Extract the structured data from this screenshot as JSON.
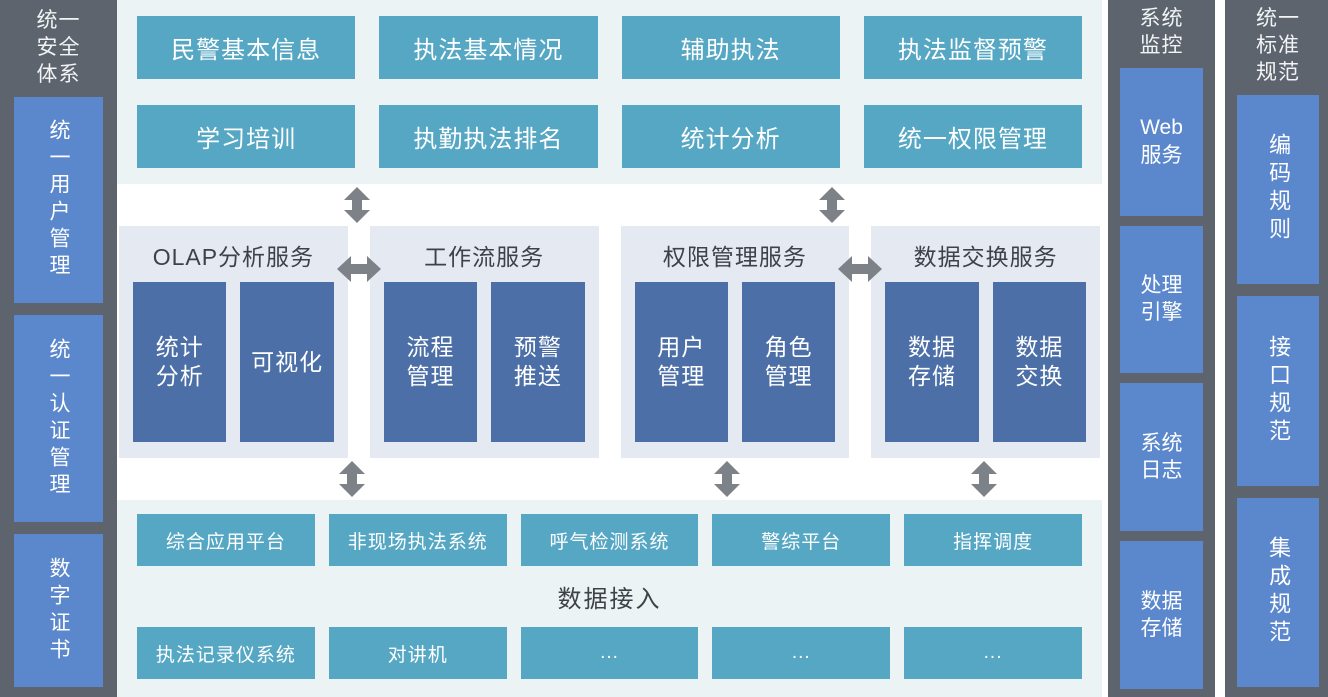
{
  "left_sidebar": {
    "title": "统一\n安全\n体系",
    "items": [
      {
        "label": "统一用户管理"
      },
      {
        "label": "统一认证管理"
      },
      {
        "label": "数字证书"
      }
    ]
  },
  "application_band": {
    "rows": [
      [
        {
          "label": "民警基本信息"
        },
        {
          "label": "执法基本情况"
        },
        {
          "label": "辅助执法"
        },
        {
          "label": "执法监督预警"
        }
      ],
      [
        {
          "label": "学习培训"
        },
        {
          "label": "执勤执法排名"
        },
        {
          "label": "统计分析"
        },
        {
          "label": "统一权限管理"
        }
      ]
    ]
  },
  "service_band": {
    "panels": [
      {
        "title": "OLAP分析服务",
        "boxes": [
          {
            "label": "统计\n分析"
          },
          {
            "label": "可视化"
          }
        ]
      },
      {
        "title": "工作流服务",
        "boxes": [
          {
            "label": "流程\n管理"
          },
          {
            "label": "预警\n推送"
          }
        ]
      },
      {
        "title": "权限管理服务",
        "boxes": [
          {
            "label": "用户\n管理"
          },
          {
            "label": "角色\n管理"
          }
        ]
      },
      {
        "title": "数据交换服务",
        "boxes": [
          {
            "label": "数据\n存储"
          },
          {
            "label": "数据\n交换"
          }
        ]
      }
    ]
  },
  "data_band": {
    "label": "数据接入",
    "top_row": [
      {
        "label": "综合应用平台"
      },
      {
        "label": "非现场执法系统"
      },
      {
        "label": "呼气检测系统"
      },
      {
        "label": "警综平台"
      },
      {
        "label": "指挥调度"
      }
    ],
    "bottom_row": [
      {
        "label": "执法记录仪系统"
      },
      {
        "label": "对讲机"
      },
      {
        "label": "..."
      },
      {
        "label": "..."
      },
      {
        "label": "..."
      }
    ]
  },
  "monitor_sidebar": {
    "title": "系统\n监控",
    "items": [
      {
        "label": "Web\n服务"
      },
      {
        "label": "处理\n引擎"
      },
      {
        "label": "系统\n日志"
      },
      {
        "label": "数据\n存储"
      }
    ]
  },
  "standard_sidebar": {
    "title": "统一\n标准\n规范",
    "items": [
      {
        "label": "编码规则"
      },
      {
        "label": "接口规范"
      },
      {
        "label": "集成规范"
      }
    ]
  },
  "arrows": {
    "vertical_icon": "double-arrow-vertical",
    "horizontal_icon": "double-arrow-horizontal"
  },
  "colors": {
    "sidebar_bg": "#5d646e",
    "sidebar_box": "#5b87cc",
    "app_band_bg": "#ecf3f5",
    "app_box": "#55a7c4",
    "service_panel_bg": "#e5eaf2",
    "service_box": "#4b6fa6",
    "arrow": "#7d8288"
  }
}
